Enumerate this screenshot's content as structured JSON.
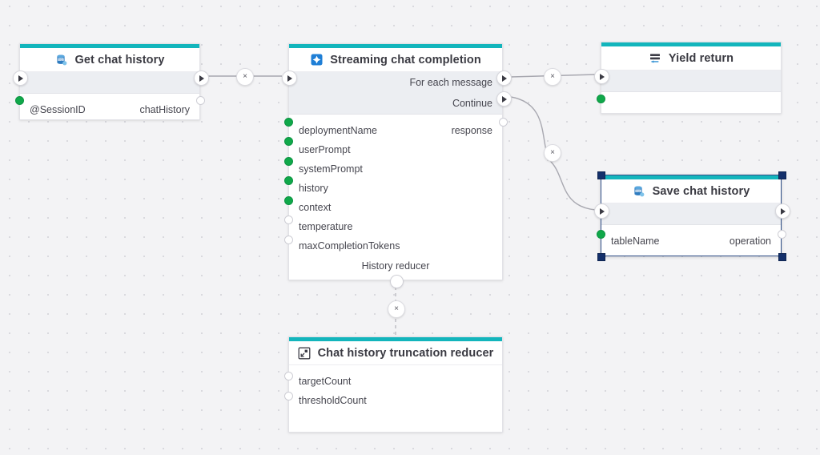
{
  "canvas": {
    "background_color": "#f3f3f5",
    "grid_dot_color": "#d9d9de",
    "accent_color": "#13b5bc",
    "selection_color": "#14306b",
    "connected_pin_color": "#10a84a"
  },
  "edge_delete_label": "×",
  "nodes": [
    {
      "id": "get-chat-history",
      "title": "Get chat history",
      "icon": "sql-database-icon",
      "selected": false,
      "exec_rows": [
        {
          "label": ""
        }
      ],
      "data_rows": [
        {
          "left": "@SessionID",
          "right": "chatHistory"
        }
      ]
    },
    {
      "id": "streaming-chat-completion",
      "title": "Streaming chat completion",
      "icon": "ai-spark-icon",
      "selected": false,
      "exec_rows": [
        {
          "label": "For each message"
        },
        {
          "label": "Continue"
        }
      ],
      "data_rows": [
        {
          "left": "deploymentName",
          "right": "response"
        },
        {
          "left": "userPrompt",
          "right": ""
        },
        {
          "left": "systemPrompt",
          "right": ""
        },
        {
          "left": "history",
          "right": ""
        },
        {
          "left": "context",
          "right": ""
        },
        {
          "left": "temperature",
          "right": ""
        },
        {
          "left": "maxCompletionTokens",
          "right": ""
        }
      ],
      "section_label": "History reducer"
    },
    {
      "id": "yield-return",
      "title": "Yield return",
      "icon": "yield-return-icon",
      "selected": false,
      "exec_rows": [
        {
          "label": ""
        }
      ],
      "data_rows": [
        {
          "left": "",
          "right": ""
        }
      ]
    },
    {
      "id": "save-chat-history",
      "title": "Save chat history",
      "icon": "sql-database-icon",
      "selected": true,
      "exec_rows": [
        {
          "label": ""
        }
      ],
      "data_rows": [
        {
          "left": "tableName",
          "right": "operation"
        }
      ]
    },
    {
      "id": "chat-history-truncation-reducer",
      "title": "Chat history truncation reducer",
      "icon": "truncate-icon",
      "selected": false,
      "exec_rows": [],
      "data_rows": [
        {
          "left": "targetCount",
          "right": ""
        },
        {
          "left": "thresholdCount",
          "right": ""
        }
      ]
    }
  ]
}
